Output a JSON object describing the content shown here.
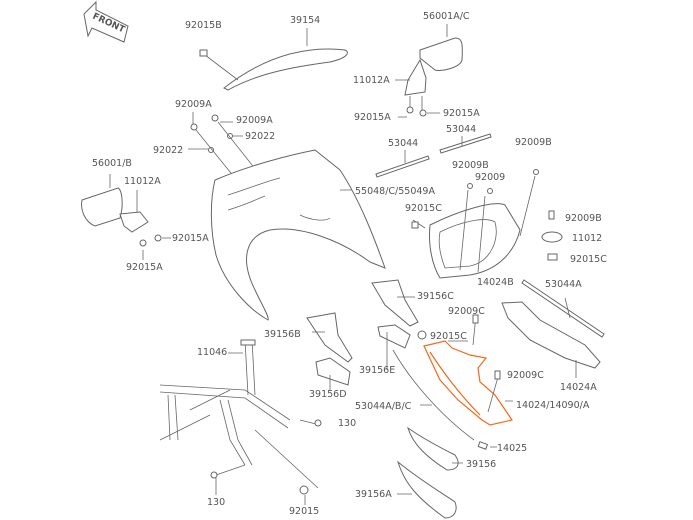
{
  "diagram": {
    "front_arrow": "FRONT",
    "highlight_color": "#f26a1b",
    "labels": {
      "l92015B": "92015B",
      "l39154": "39154",
      "l56001AC": "56001A/C",
      "l11012A_r": "11012A",
      "l92015A_r1": "92015A",
      "l92015A_r2": "92015A",
      "l92009A_1": "92009A",
      "l92009A_2": "92009A",
      "l92022_1": "92022",
      "l92022_2": "92022",
      "l53044_1": "53044",
      "l53044_2": "53044",
      "l92009B_1": "92009B",
      "l92009B_2": "92009B",
      "l92009": "92009",
      "l55048": "55048/C/55049A",
      "l56001B": "56001/B",
      "l11012A_l": "11012A",
      "l92015C_1": "92015C",
      "l92009B_3": "92009B",
      "l11012": "11012",
      "l92015C_2": "92015C",
      "l92015A_l1": "92015A",
      "l92015A_l2": "92015A",
      "l14024B": "14024B",
      "l53044A": "53044A",
      "l39156C": "39156C",
      "l92009C_1": "92009C",
      "l92015C_3": "92015C",
      "l39156B": "39156B",
      "l11046": "11046",
      "l92009C_2": "92009C",
      "l39156E": "39156E",
      "l14024A": "14024A",
      "l39156D": "39156D",
      "l53044ABC": "53044A/B/C",
      "l14024": "14024/14090/A",
      "l130_1": "130",
      "l14025": "14025",
      "l39156": "39156",
      "l130_2": "130",
      "l92015": "92015",
      "l39156A": "39156A"
    }
  }
}
